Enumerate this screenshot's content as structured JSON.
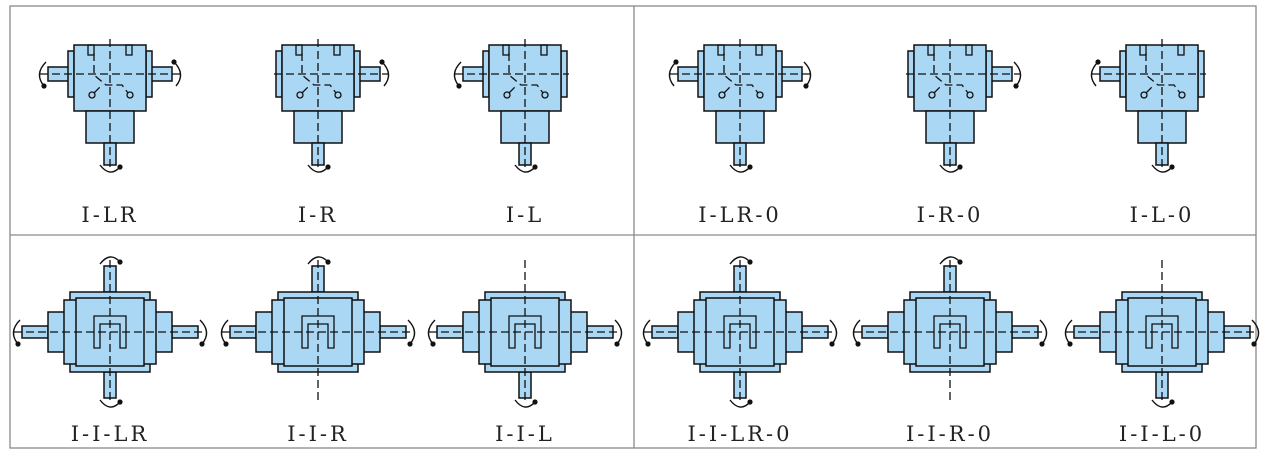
{
  "page": {
    "background": "#ffffff",
    "body_color": "#a9d7f4",
    "line_color": "#111111",
    "grid_color": "#8a8a8a"
  },
  "rows": [
    {
      "row_type": "single-cross",
      "items": [
        {
          "label": "I-LR",
          "shafts": [
            "left",
            "right",
            "bottom"
          ],
          "rotation": [
            "cw",
            "ccw",
            "cw"
          ]
        },
        {
          "label": "I-R",
          "shafts": [
            "right",
            "bottom"
          ],
          "rotation": [
            "ccw",
            "cw"
          ]
        },
        {
          "label": "I-L",
          "shafts": [
            "left",
            "bottom"
          ],
          "rotation": [
            "cw",
            "cw"
          ]
        },
        {
          "label": "I-LR-0",
          "shafts": [
            "left",
            "right",
            "bottom"
          ],
          "rotation": [
            "ccw",
            "cw",
            "cw"
          ]
        },
        {
          "label": "I-R-0",
          "shafts": [
            "right",
            "bottom"
          ],
          "rotation": [
            "cw",
            "cw"
          ]
        },
        {
          "label": "I-L-0",
          "shafts": [
            "left",
            "bottom"
          ],
          "rotation": [
            "ccw",
            "cw"
          ]
        }
      ]
    },
    {
      "row_type": "double-cross",
      "items": [
        {
          "label": "I-I-LR",
          "shafts": [
            "left",
            "right",
            "top",
            "bottom"
          ]
        },
        {
          "label": "I-I-R",
          "shafts": [
            "left",
            "right",
            "top"
          ]
        },
        {
          "label": "I-I-L",
          "shafts": [
            "left",
            "right",
            "bottom"
          ]
        },
        {
          "label": "I-I-LR-0",
          "shafts": [
            "left",
            "right",
            "top",
            "bottom"
          ]
        },
        {
          "label": "I-I-R-0",
          "shafts": [
            "left",
            "right",
            "top"
          ]
        },
        {
          "label": "I-I-L-0",
          "shafts": [
            "left",
            "right",
            "bottom"
          ]
        }
      ]
    }
  ]
}
